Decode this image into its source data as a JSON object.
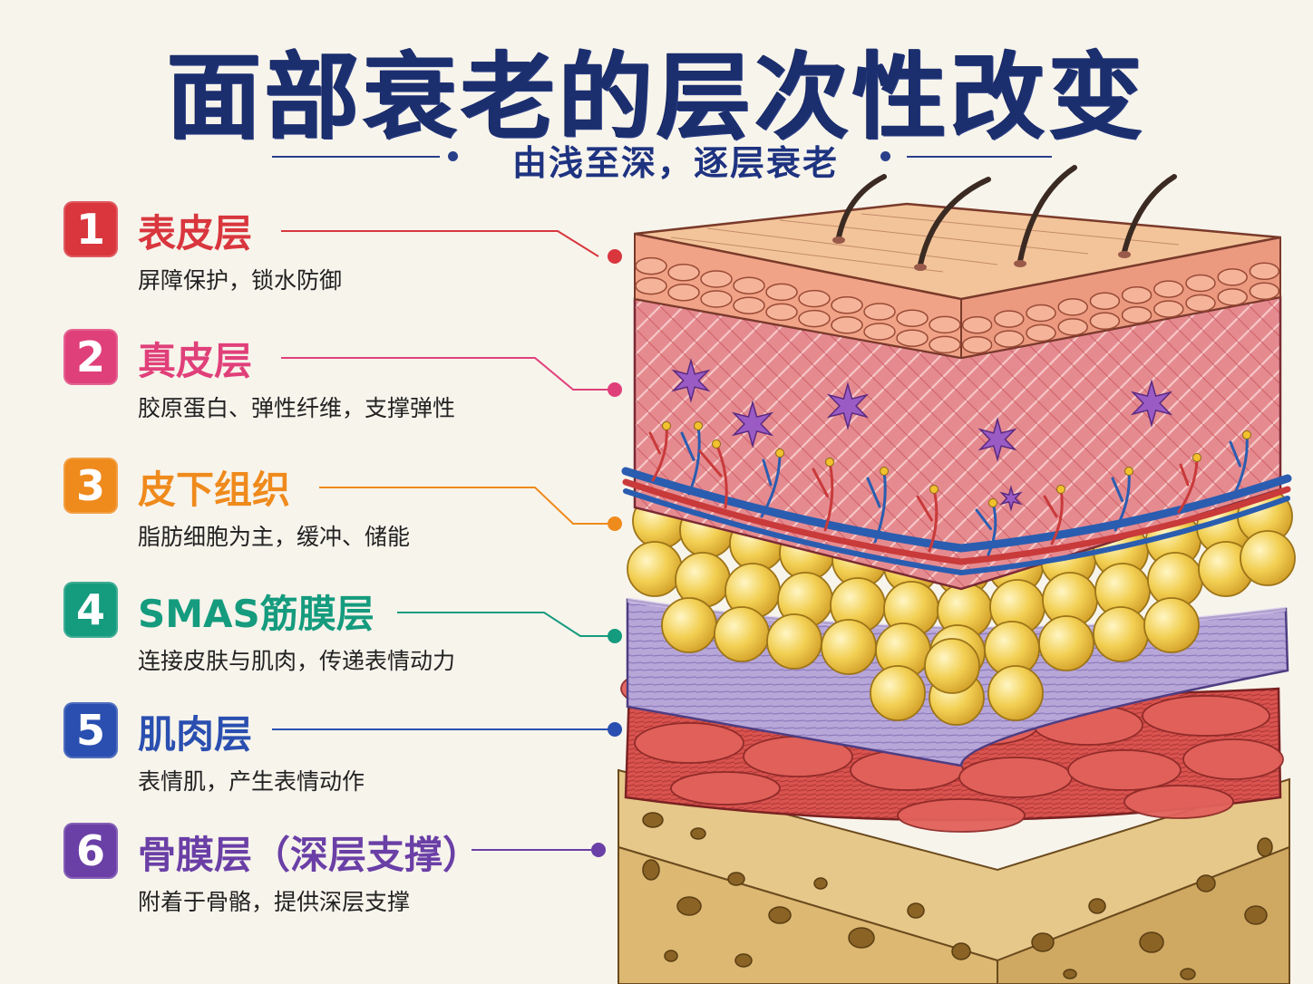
{
  "title": "面部衰老的层次性改变",
  "subtitle": "由浅至深，逐层衰老",
  "layers": [
    {
      "num": "1",
      "name": "表皮层",
      "desc": "屏障保护，锁水防御",
      "color": "#d9363e"
    },
    {
      "num": "2",
      "name": "真皮层",
      "desc": "胶原蛋白、弹性纤维，支撑弹性",
      "color": "#e0407a"
    },
    {
      "num": "3",
      "name": "皮下组织",
      "desc": "脂肪细胞为主，缓冲、储能",
      "color": "#ef8a1c"
    },
    {
      "num": "4",
      "name": "SMAS筋膜层",
      "desc": "连接皮肤与肌肉，传递表情动力",
      "color": "#159b7e"
    },
    {
      "num": "5",
      "name": "肌肉层",
      "desc": "表情肌，产生表情动作",
      "color": "#2a4fb0"
    },
    {
      "num": "6",
      "name": "骨膜层（深层支撑）",
      "desc": "附着于骨骼，提供深层支撑",
      "color": "#6a3fa6"
    }
  ],
  "icons": {
    "hair": "hair-strand-icon",
    "star_cell": "star-cell-icon"
  }
}
